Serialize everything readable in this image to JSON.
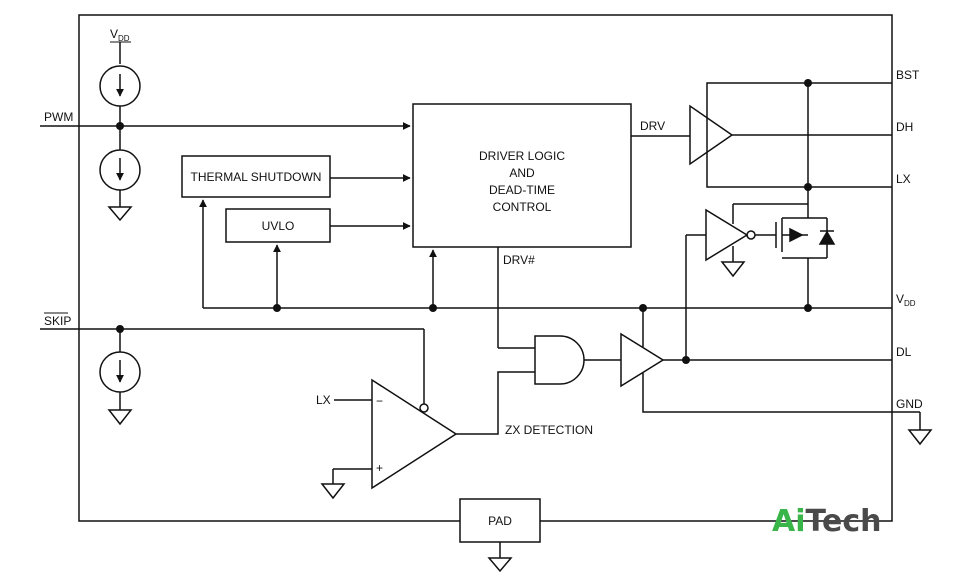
{
  "pins": {
    "vdd_top": {
      "main": "V",
      "sub": "DD"
    },
    "pwm": "PWM",
    "skip": "SKIP",
    "bst": "BST",
    "dh": "DH",
    "lx": "LX",
    "vdd_right": {
      "main": "V",
      "sub": "DD"
    },
    "dl": "DL",
    "gnd": "GND",
    "pad": "PAD"
  },
  "blocks": {
    "driver_logic": [
      "DRIVER LOGIC",
      "AND",
      "DEAD-TIME",
      "CONTROL"
    ],
    "thermal_shutdown": "THERMAL SHUTDOWN",
    "uvlo": "UVLO"
  },
  "signals": {
    "drv": "DRV",
    "drv_n": "DRV#",
    "lx_in": "LX",
    "minus": "−",
    "plus": "+",
    "zx_detection": "ZX DETECTION"
  },
  "watermark": {
    "part1": "Ai",
    "part2": "Tech",
    "color1": "#39b54a",
    "color2": "#4a4a4a"
  },
  "colors": {
    "line": "#111111",
    "background": "#ffffff"
  }
}
